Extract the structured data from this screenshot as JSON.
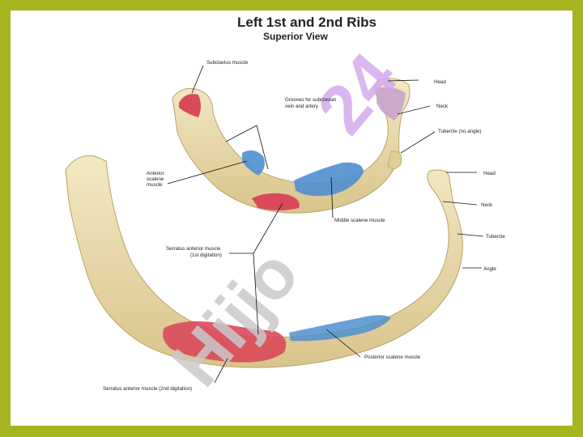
{
  "title": "Left 1st and 2nd Ribs",
  "subtitle": "Superior View",
  "labels": {
    "subclavius": "Subclavius muscle",
    "grooves_1": "Grooves for subclavian",
    "grooves_2": "vein and artery",
    "head_1": "Head",
    "neck_1": "Neck",
    "tubercle_1": "Tubercle (no angle)",
    "anterior_1": "Anterior",
    "anterior_2": "scalene",
    "anterior_3": "muscle",
    "middle_scalene": "Middle scalene muscle",
    "head_2": "Head",
    "neck_2": "Neck",
    "tubercle_2": "Tubercle",
    "angle": "Angle",
    "serratus_1st_a": "Serratus anterior muscle",
    "serratus_1st_b": "(1st digitation)",
    "posterior_scalene": "Posterior scalene muscle",
    "serratus_2nd": "Serratus anterior muscle (2nd digitation)"
  },
  "watermark": {
    "gray": "Hijjo",
    "purple": "24"
  },
  "colors": {
    "background": "#a6b41f",
    "bone": "#ecdba8",
    "muscle_red": "#d9495a",
    "muscle_blue": "#4f8fcf",
    "muscle_purple": "#c4a0cf"
  }
}
